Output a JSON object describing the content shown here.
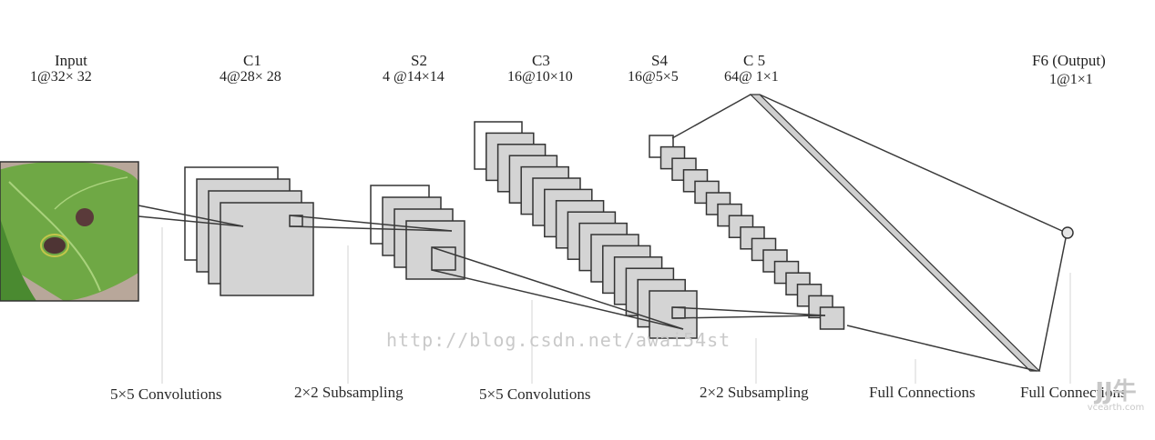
{
  "layers": {
    "input": {
      "title": "Input",
      "dims": "1@32× 32"
    },
    "c1": {
      "title": "C1",
      "dims": "4@28× 28"
    },
    "s2": {
      "title": "S2",
      "dims": "4 @14×14"
    },
    "c3": {
      "title": "C3",
      "dims": "16@10×10"
    },
    "s4": {
      "title": "S4",
      "dims": "16@5×5"
    },
    "c5": {
      "title": "C 5",
      "dims": "64@ 1×1"
    },
    "f6": {
      "title": "F6 (Output)",
      "dims": "1@1×1"
    }
  },
  "operations": [
    "5×5 Convolutions",
    "2×2 Subsampling",
    "5×5 Convolutions",
    "2×2 Subsampling",
    "Full Connections",
    "Full Connections"
  ],
  "watermark": "http://blog.csdn.net/awai54st",
  "logo": {
    "glyph": "JJ牛",
    "site": "vcearth.com"
  },
  "colors": {
    "map_fill": "#d4d4d4",
    "outline": "#333333",
    "leaf_light": "#76b04a",
    "leaf_dark": "#3f7a2a",
    "lesion": "#5a3a3a",
    "soil": "#b8a79a"
  }
}
